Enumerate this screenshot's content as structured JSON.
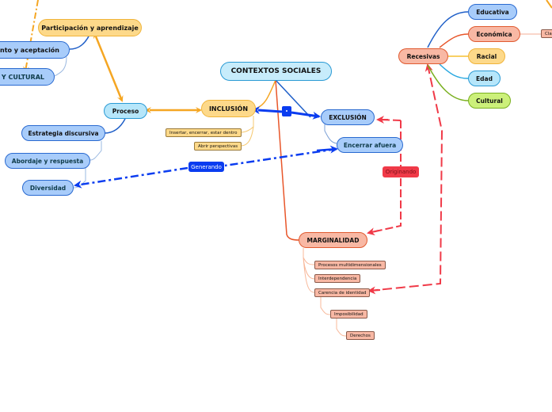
{
  "root": {
    "label": "CONTEXTOS SOCIALES"
  },
  "inclusion": {
    "label": "INCLUSIÓN",
    "leaves": [
      "Insertar, encerrar, estar dentro",
      "Abrir perspectivas"
    ]
  },
  "exclusion": {
    "label": "EXCLUSIÓN",
    "child": "Encerrar afuera"
  },
  "marginalidad": {
    "label": "MARGINALIDAD",
    "leaves": [
      "Procesos multidimensionales",
      "Interdependencia",
      "Carencia de identidad",
      "Imposibilidad",
      "Derechos"
    ]
  },
  "recesivas": {
    "label": "Recesivas",
    "children": [
      "Educativa",
      "Económica",
      "Racial",
      "Edad",
      "Cultural"
    ],
    "economica_leaf": "Cla"
  },
  "proceso": {
    "label": "Proceso",
    "children": [
      "Estrategia discursiva",
      "Abordaje y respuesta",
      "Diversidad"
    ]
  },
  "participacion": {
    "label": "Participación y aprendizaje"
  },
  "left_cut": {
    "reconocimiento": "miento y aceptación",
    "social_cultural": "L Y CULTURAL"
  },
  "relations": {
    "generando": "Generando",
    "originando": "Originando"
  },
  "colors": {
    "yellow_line": "#f5a623",
    "blue_relation": "#0a3cf0",
    "red_relation": "#f03a48",
    "orange_branch": "#e8562a",
    "blue_branch": "#1f5fc8"
  }
}
